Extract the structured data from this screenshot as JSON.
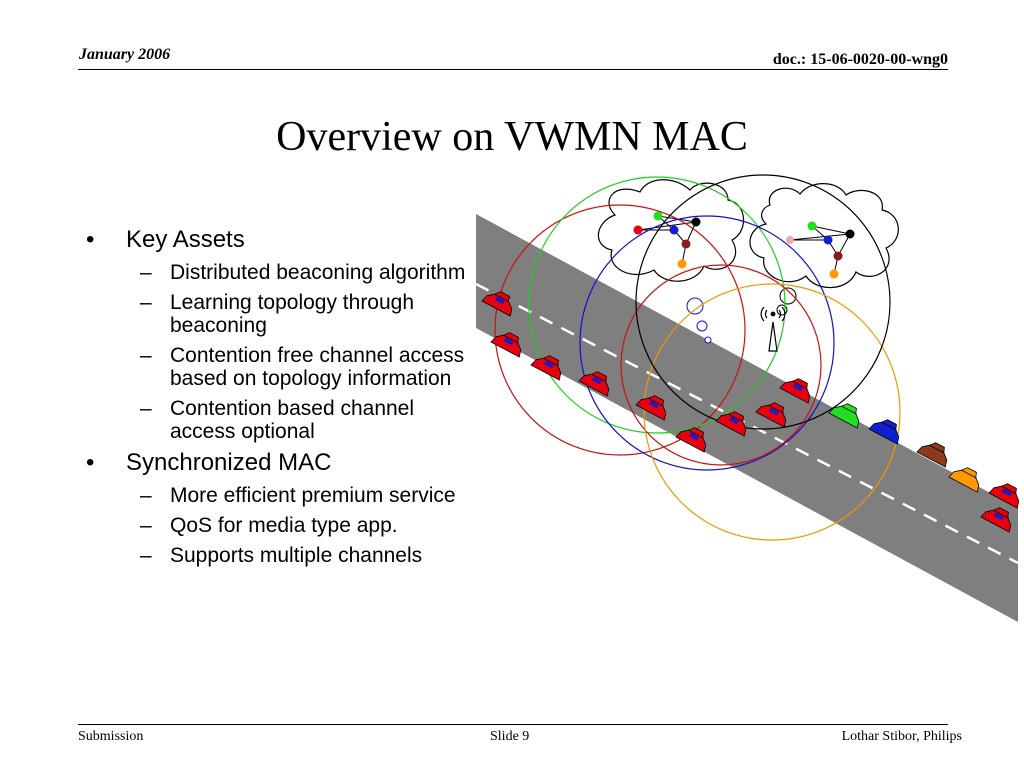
{
  "header": {
    "date": "January 2006",
    "doc": "doc.:  15-06-0020-00-wng0"
  },
  "slide": {
    "title": "Overview on VWMN MAC",
    "bullets": [
      {
        "text": "Key Assets",
        "sub": [
          "Distributed beaconing algorithm",
          "Learning topology through beaconing",
          "Contention free channel access based on topology information",
          "Contention based channel access optional"
        ]
      },
      {
        "text": "Synchronized MAC",
        "sub": [
          "More efficient premium service",
          "QoS for media type app.",
          "Supports multiple channels"
        ]
      }
    ]
  },
  "footer": {
    "left": "Submission",
    "center": "Slide 9",
    "right": "Lothar Stibor, Philips"
  },
  "colors": {
    "road": "#7f7f7f",
    "car_red": "#e8000e",
    "car_blue": "#1020d0",
    "car_green": "#22dd22",
    "car_brown": "#8b3a1a",
    "car_orange": "#ff9900",
    "range_red": "#cc1111",
    "range_green": "#22cc22",
    "range_blue": "#1111cc",
    "range_orange": "#ee9900",
    "range_black": "#000000"
  },
  "icons": [
    "bullet-dot",
    "dash",
    "car-icon",
    "antenna-icon",
    "thought-cloud"
  ]
}
